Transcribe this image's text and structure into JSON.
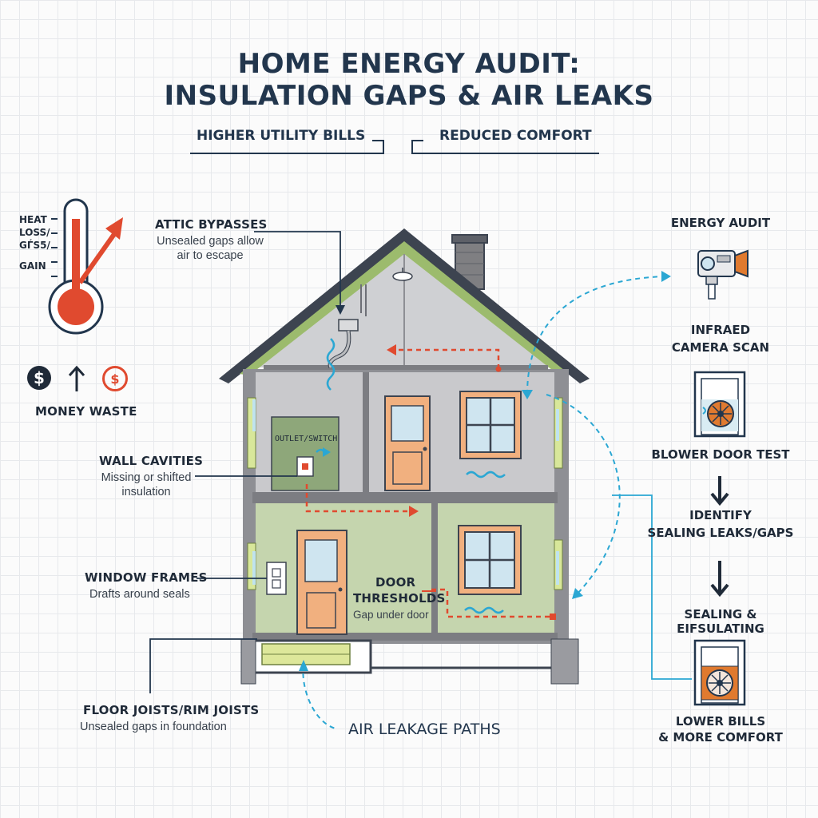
{
  "title": {
    "line1": "HOME ENERGY AUDIT:",
    "line2": "INSULATION GAPS & AIR LEAKS"
  },
  "subheads": {
    "left": "HIGHER UTILITY BILLS",
    "right": "REDUCED COMFORT"
  },
  "thermometer": {
    "labels": [
      "HEAT",
      "LOSS/",
      "GЃS5/",
      "GAIN"
    ]
  },
  "money": {
    "label": "MONEY WASTE",
    "coin_left": "$",
    "coin_right": "$"
  },
  "callouts": {
    "attic": {
      "title": "ATTIC BYPASSES",
      "desc1": "Unsealed gaps allow",
      "desc2": "air to escape"
    },
    "wall": {
      "title": "WALL CAVITIES",
      "desc1": "Missing or shifted",
      "desc2": "insulation"
    },
    "window": {
      "title": "WINDOW FRAMES",
      "desc1": "Drafts around seals"
    },
    "floor": {
      "title": "FLOOR JOISTS/RIM JOISTS",
      "desc1": "Unsealed gaps in foundation"
    },
    "door": {
      "title1": "DOOR",
      "title2": "THRESHOLDS",
      "desc1": "Gap under door"
    },
    "air": {
      "title": "AIR LEAKAGE PATHS"
    }
  },
  "house": {
    "outlet_label": "OUTLET/SWITCH"
  },
  "process": {
    "energy_audit": "ENERGY AUDIT",
    "infrared1": "INFRAED",
    "infrared2": "CAMERA SCAN",
    "blower": "BLOWER DOOR TEST",
    "identify1": "IDENTIFY",
    "identify2": "SEALING LEAKS/GAPS",
    "sealing": "SEALING & EIFSULATING",
    "lower1": "LOWER BILLS",
    "lower2": "& MORE COMFORT"
  },
  "colors": {
    "navy": "#22364d",
    "wall_gray": "#c9c9cc",
    "wall_green": "#c5d5ae",
    "roof_green": "#9cbb6d",
    "arrow_red": "#e04a2f",
    "leak_blue": "#2ba7d3",
    "door_orange": "#f1b07f"
  }
}
